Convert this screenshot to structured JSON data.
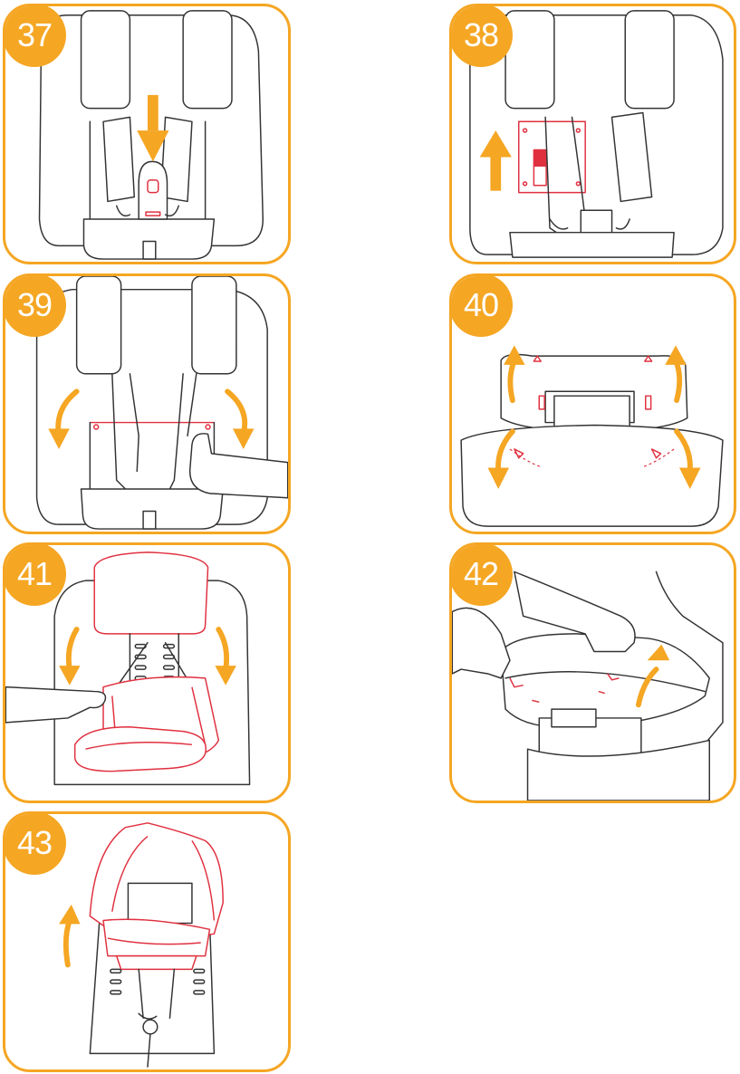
{
  "accent_color": "#f5a623",
  "highlight_color": "#e0303f",
  "steps": [
    {
      "number": "37",
      "icon": "car-seat-buckle-down-illustration"
    },
    {
      "number": "38",
      "icon": "car-seat-lift-cover-illustration"
    },
    {
      "number": "39",
      "icon": "car-seat-peel-cover-illustration"
    },
    {
      "number": "40",
      "icon": "car-seat-unhook-cover-illustration"
    },
    {
      "number": "41",
      "icon": "car-seat-remove-cover-illustration"
    },
    {
      "number": "42",
      "icon": "car-seat-lift-base-cover-illustration"
    },
    {
      "number": "43",
      "icon": "car-seat-flip-cover-illustration"
    }
  ]
}
